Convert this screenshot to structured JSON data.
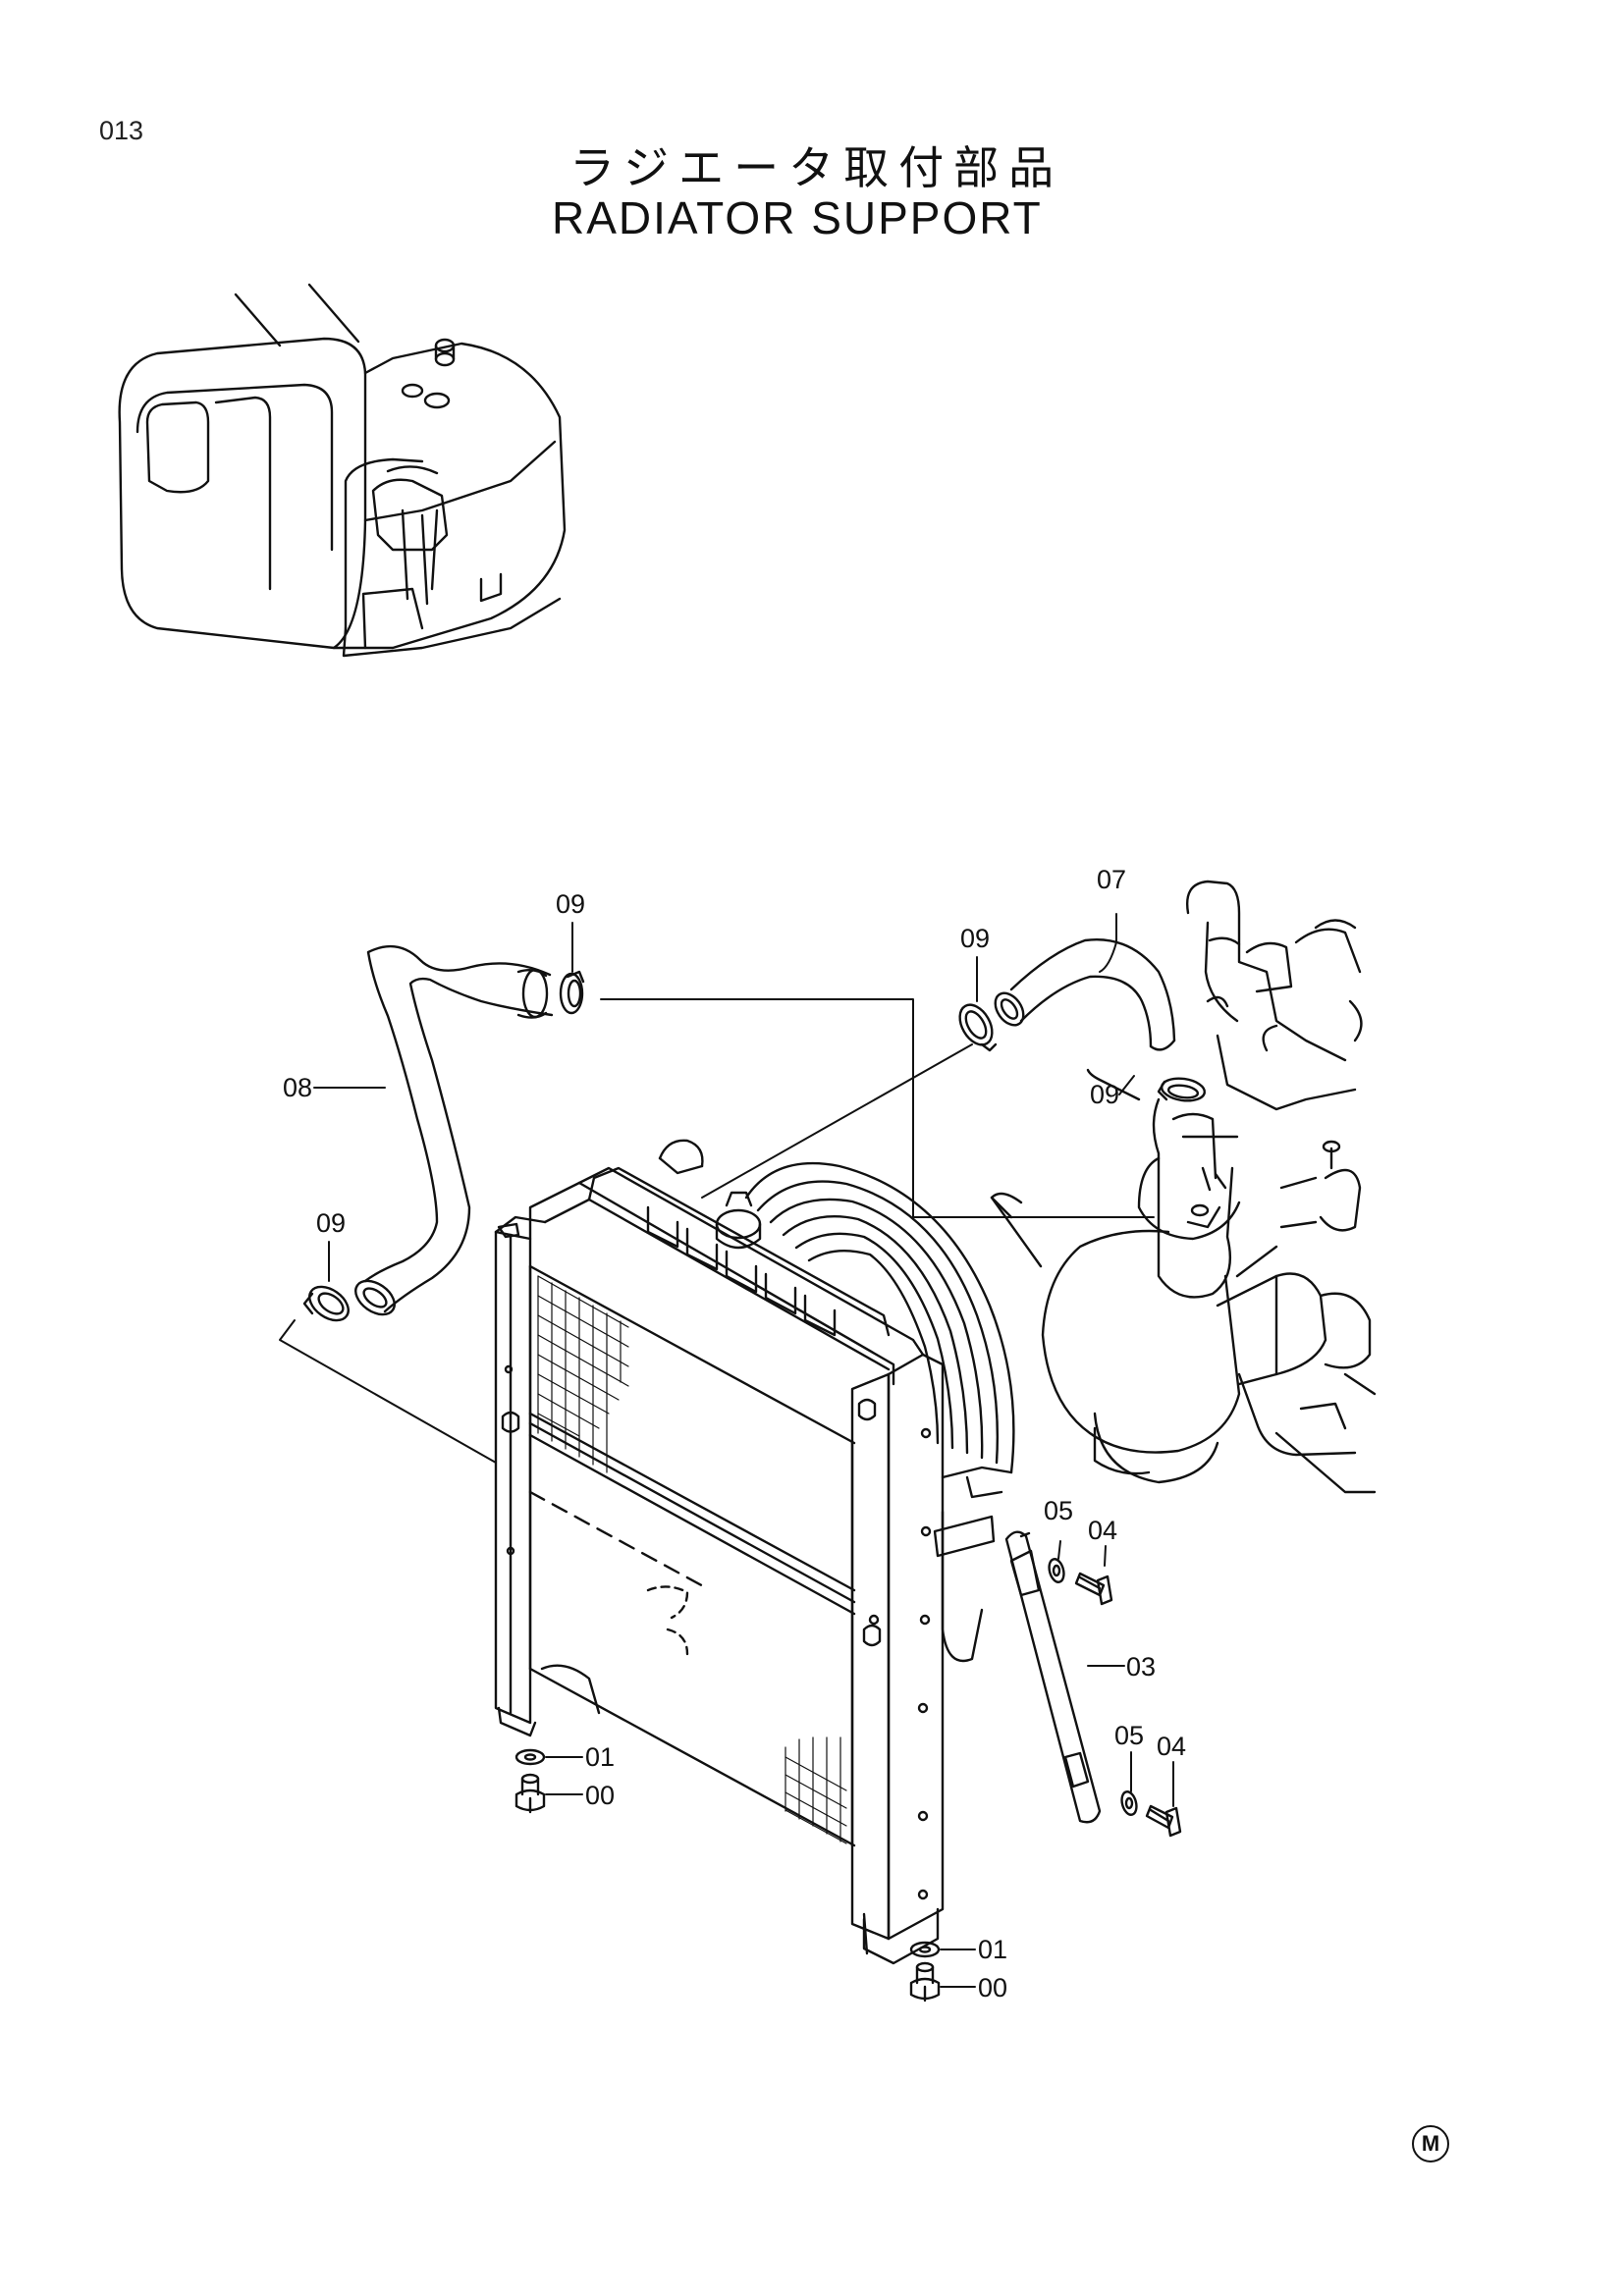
{
  "page": {
    "number": "013",
    "title_jp": "ラジエータ取付部品",
    "title_en": "RADIATOR SUPPORT",
    "mark": "M"
  },
  "callouts": [
    {
      "id": "c09a",
      "text": "09"
    },
    {
      "id": "c07",
      "text": "07"
    },
    {
      "id": "c09b",
      "text": "09"
    },
    {
      "id": "c08",
      "text": "08"
    },
    {
      "id": "c09c",
      "text": "09"
    },
    {
      "id": "c09d",
      "text": "09"
    },
    {
      "id": "c05a",
      "text": "05"
    },
    {
      "id": "c04a",
      "text": "04"
    },
    {
      "id": "c03",
      "text": "03"
    },
    {
      "id": "c05b",
      "text": "05"
    },
    {
      "id": "c04b",
      "text": "04"
    },
    {
      "id": "c01a",
      "text": "01"
    },
    {
      "id": "c00a",
      "text": "00"
    },
    {
      "id": "c01b",
      "text": "01"
    },
    {
      "id": "c00b",
      "text": "00"
    }
  ],
  "colors": {
    "ink": "#111111",
    "paper": "#ffffff"
  }
}
